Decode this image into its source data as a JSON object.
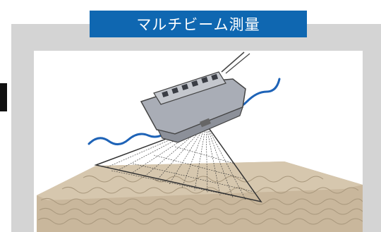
{
  "title": "マルチビーム測量",
  "colors": {
    "banner": "#0f67b1",
    "frame": "#d4d4d4",
    "seabed": "#c9b79c",
    "water_line": "#1e63b7",
    "boat_hull": "#a9adb6"
  },
  "icons": {
    "boat": "survey-boat-icon",
    "beam": "multibeam-sonar-fan",
    "seabed": "seabed-terrain"
  }
}
